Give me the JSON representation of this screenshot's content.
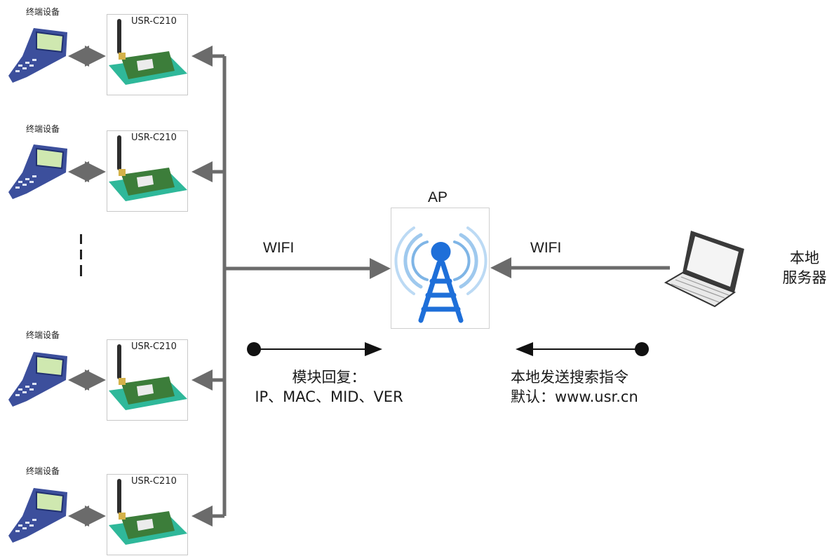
{
  "terminals": [
    {
      "label": "终端设备",
      "module": "USR-C210"
    },
    {
      "label": "终端设备",
      "module": "USR-C210"
    },
    {
      "label": "终端设备",
      "module": "USR-C210"
    },
    {
      "label": "终端设备",
      "module": "USR-C210"
    }
  ],
  "left_link_label": "WIFI",
  "right_link_label": "WIFI",
  "ap": {
    "label": "AP"
  },
  "server": {
    "line1": "本地",
    "line2": "服务器"
  },
  "reply_caption": {
    "line1": "模块回复：",
    "line2": "IP、MAC、MID、VER"
  },
  "search_caption": {
    "line1": "本地发送搜索指令",
    "line2": "默认：www.usr.cn"
  },
  "colors": {
    "connector": "#6b6b6b",
    "signal_blue": "#1e6fd9",
    "pcb_green": "#2fb89a",
    "handheld_blue": "#3c4f9c",
    "screen_green": "#cfe8b0"
  }
}
